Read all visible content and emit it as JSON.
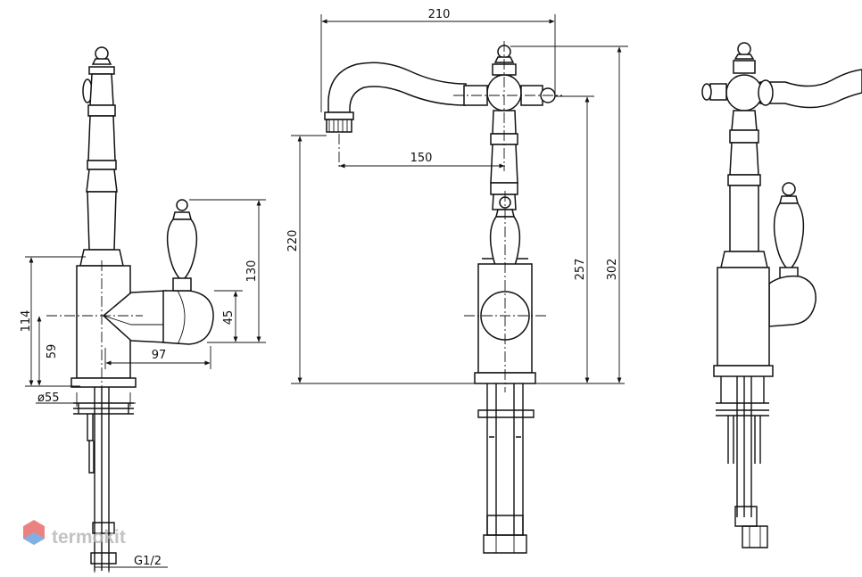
{
  "dimensions": {
    "left_view": {
      "d114": "114",
      "d59": "59",
      "d97": "97",
      "d130": "130",
      "d45": "45",
      "d55": "ø55",
      "thread": "G1/2"
    },
    "middle_view": {
      "d210": "210",
      "d150": "150",
      "d220": "220",
      "d257": "257",
      "d302": "302"
    }
  },
  "watermark": {
    "text": "termokit",
    "colors": [
      "#e86d6d",
      "#6aa4e0",
      "#9a9a9a"
    ]
  }
}
